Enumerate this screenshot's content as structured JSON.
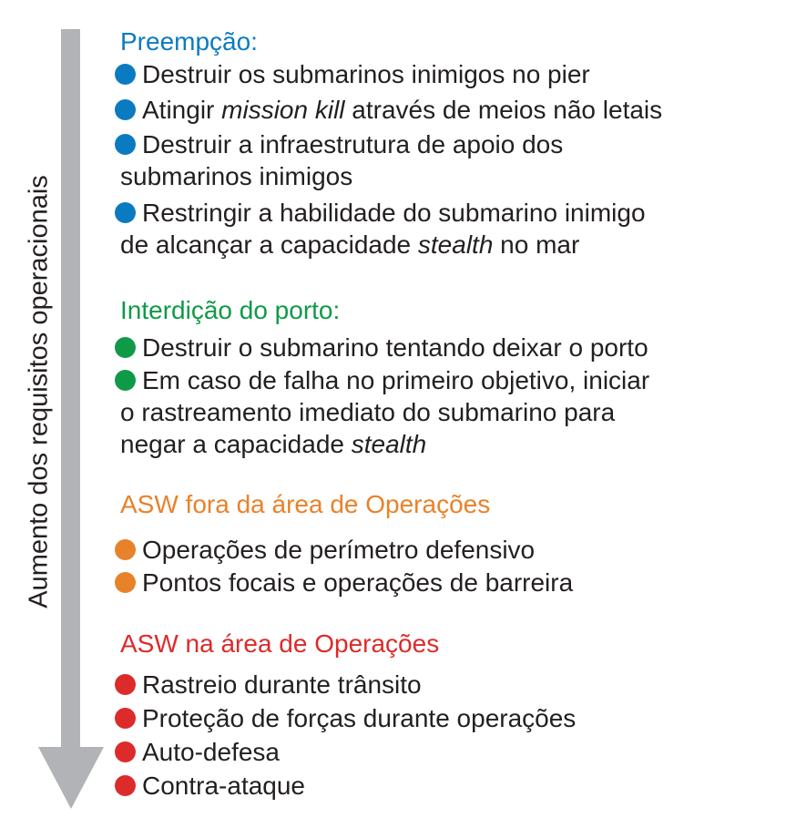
{
  "axis_label": "Aumento dos requisitos operacionais",
  "sections": [
    {
      "heading": "Preempção:",
      "color": "#0b7bc1",
      "items": [
        {
          "pre": "Destruir os submarinos inimigos no pier"
        },
        {
          "pre": "Atingir ",
          "em": "mission kill",
          "post": " através de meios não letais"
        },
        {
          "pre": "Destruir a infraestrutura de apoio dos",
          "line2": "submarinos inimigos"
        },
        {
          "pre": "Restringir a habilidade do submarino inimigo",
          "line2": "de alcançar a capacidade ",
          "line2_em": "stealth",
          "line2_post": " no mar"
        }
      ]
    },
    {
      "heading": "Interdição do porto:",
      "color": "#0f9a48",
      "items": [
        {
          "pre": "Destruir o submarino tentando deixar o porto"
        },
        {
          "pre": "Em caso de falha no primeiro objetivo, iniciar",
          "line2": "o rastreamento imediato do submarino para",
          "line3": "negar a capacidade ",
          "line3_em": "stealth"
        }
      ]
    },
    {
      "heading": "ASW fora da área de Operações",
      "color": "#e8822a",
      "items": [
        {
          "pre": "Operações de perímetro defensivo"
        },
        {
          "pre": "Pontos focais e operações de barreira"
        }
      ]
    },
    {
      "heading": "ASW na área de Operações",
      "color": "#dc2b2a",
      "items": [
        {
          "pre": "Rastreio durante trânsito"
        },
        {
          "pre": "Proteção de forças durante operações"
        },
        {
          "pre": "Auto-defesa"
        },
        {
          "pre": "Contra-ataque"
        }
      ]
    }
  ]
}
